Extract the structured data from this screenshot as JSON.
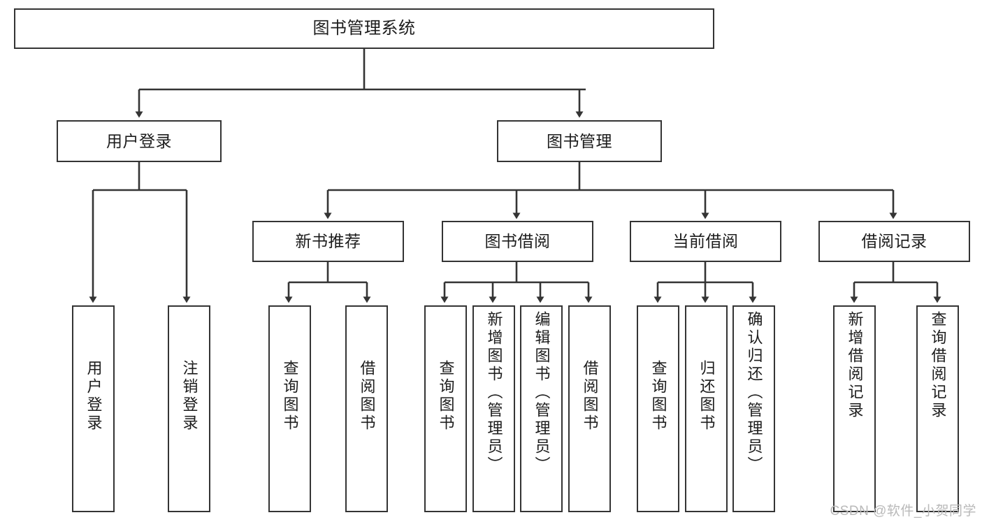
{
  "diagram": {
    "title": "图书管理系统",
    "type": "hierarchy-tree",
    "watermark": "CSDN @软件_小贺同学",
    "colors": {
      "border": "#343434",
      "background": "#ffffff",
      "text": "#1c1c1c",
      "watermark": "#b9b9b9"
    },
    "nodes": {
      "root": {
        "label": "图书管理系统"
      },
      "level2": [
        {
          "id": "user-login",
          "label": "用户登录"
        },
        {
          "id": "book-management",
          "label": "图书管理"
        }
      ],
      "level3": [
        {
          "id": "new-book-recommend",
          "label": "新书推荐"
        },
        {
          "id": "book-borrow",
          "label": "图书借阅"
        },
        {
          "id": "current-borrow",
          "label": "当前借阅"
        },
        {
          "id": "borrow-record",
          "label": "借阅记录"
        }
      ],
      "leaves": {
        "user_login": [
          {
            "id": "leaf-user-login",
            "label": "用户登录"
          },
          {
            "id": "leaf-user-logout",
            "label": "注销登录"
          }
        ],
        "new_book_recommend": [
          {
            "id": "leaf-query-book-1",
            "label": "查询图书"
          },
          {
            "id": "leaf-borrow-book-1",
            "label": "借阅图书"
          }
        ],
        "book_borrow": [
          {
            "id": "leaf-query-book-2",
            "label": "查询图书"
          },
          {
            "id": "leaf-add-book",
            "label": "新增图书（管理员）"
          },
          {
            "id": "leaf-edit-book",
            "label": "编辑图书（管理员）"
          },
          {
            "id": "leaf-borrow-book-2",
            "label": "借阅图书"
          }
        ],
        "current_borrow": [
          {
            "id": "leaf-query-book-3",
            "label": "查询图书"
          },
          {
            "id": "leaf-return-book",
            "label": "归还图书"
          },
          {
            "id": "leaf-confirm-return",
            "label": "确认归还（管理员）"
          }
        ],
        "borrow_record": [
          {
            "id": "leaf-add-record",
            "label": "新增借阅记录"
          },
          {
            "id": "leaf-query-record",
            "label": "查询借阅记录"
          }
        ]
      }
    }
  }
}
